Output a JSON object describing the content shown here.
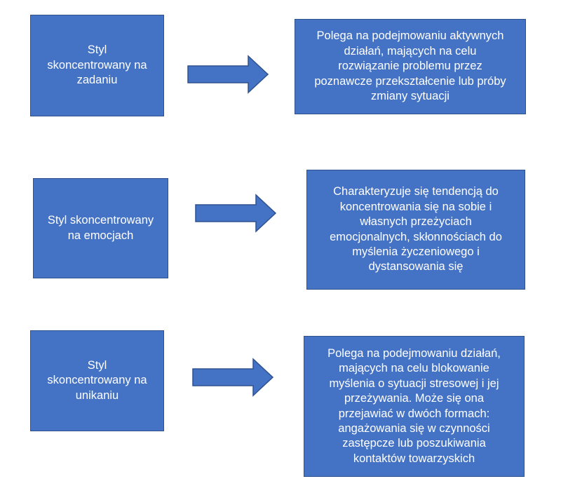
{
  "rows": [
    {
      "style": "Styl\nskoncentrowany na\nzadaniu",
      "description": "Polega na podejmowaniu aktywnych\ndziałań, mających na celu\nrozwiązanie problemu przez\npoznawcze przekształcenie lub próby\nzmiany sytuacji"
    },
    {
      "style": "Styl skoncentrowany\nna emocjach",
      "description": "Charakteryzuje się tendencją do\nkoncentrowania się na sobie i\nwłasnych przeżyciach\nemocjonalnych, skłonnościach do\nmyślenia życzeniowego i\ndystansowania się"
    },
    {
      "style": "Styl\nskoncentrowany na\nunikaniu",
      "description": "Polega na podejmowaniu działań,\nmających na celu blokowanie\nmyślenia  o sytuacji stresowej i jej\nprzeżywania. Może się ona\nprzejawiać w dwóch formach:\nangażowania się w czynności\nzastępcze  lub poszukiwania\nkontaktów towarzyskich"
    }
  ],
  "colors": {
    "box_fill": "#4472C4",
    "box_border": "#2F528F",
    "text": "#FFFFFF"
  },
  "icons": [
    "right-arrow-icon",
    "right-arrow-icon",
    "right-arrow-icon"
  ]
}
